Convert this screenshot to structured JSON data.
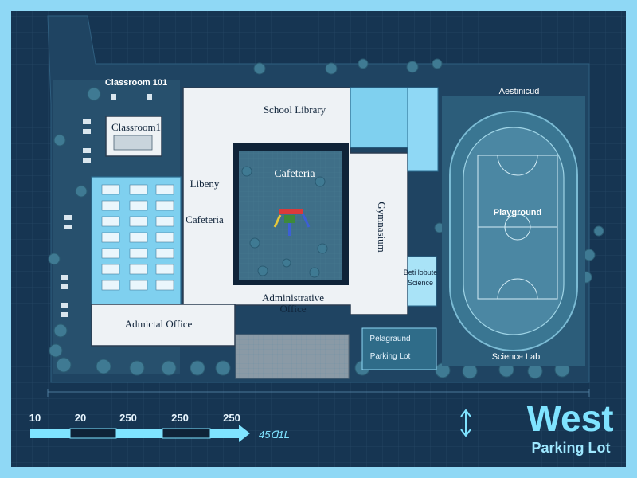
{
  "labels": {
    "classroom_101_outer": "Classroom 101",
    "classroom_101_inner": "Classroom1",
    "school_library": "School Library",
    "library_side": "Libeny",
    "cafeteria_side": "Cafeteria",
    "cafeteria_center": "Cafeteria",
    "gymnasium": "Gymnasium",
    "admin_office_line1": "Administrative",
    "admin_office_line2": "Office",
    "admictal_office": "Admictal Office",
    "playground": "Playground",
    "aestinicud": "Aestinicud",
    "science_room_line1": "Beti lobute",
    "science_room_line2": "Science",
    "pelagound_line1": "Pelagraund",
    "pelagound_line2": "Parking Lot",
    "science_lab": "Science Lab"
  },
  "scale": {
    "ticks": [
      "10",
      "20",
      "250",
      "250",
      "250"
    ],
    "unit": "45ᗡ1L"
  },
  "legend": {
    "title": "West",
    "subtitle": "Parking Lot"
  },
  "colors": {
    "background": "#123049",
    "map_field": "#1e3e5c",
    "building": "#eef2f5",
    "classroom_blue": "#7fd0ef",
    "courtyard": "#3f6f88",
    "field": "#46809d",
    "accent": "#7fe3ff"
  },
  "icons": [
    "north-arrow-icon",
    "playground-equipment-icon",
    "tree-icon"
  ]
}
